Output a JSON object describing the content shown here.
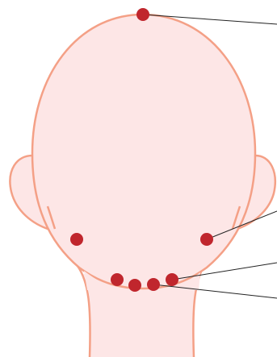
{
  "figure": {
    "subject": "head-back-view",
    "colors": {
      "skin_fill": "#fde6e6",
      "outline": "#f4a086",
      "point": "#c0262d",
      "leader_line": "#222222",
      "background": "#ffffff"
    }
  },
  "points": [
    {
      "id": "vertex",
      "label_line": true
    },
    {
      "id": "left-mastoid",
      "label_line": false
    },
    {
      "id": "right-mastoid",
      "label_line": true
    },
    {
      "id": "neck-left",
      "label_line": false
    },
    {
      "id": "neck-center",
      "label_line": false
    },
    {
      "id": "neck-right-lower",
      "label_line": true
    },
    {
      "id": "neck-right-upper",
      "label_line": true
    }
  ]
}
